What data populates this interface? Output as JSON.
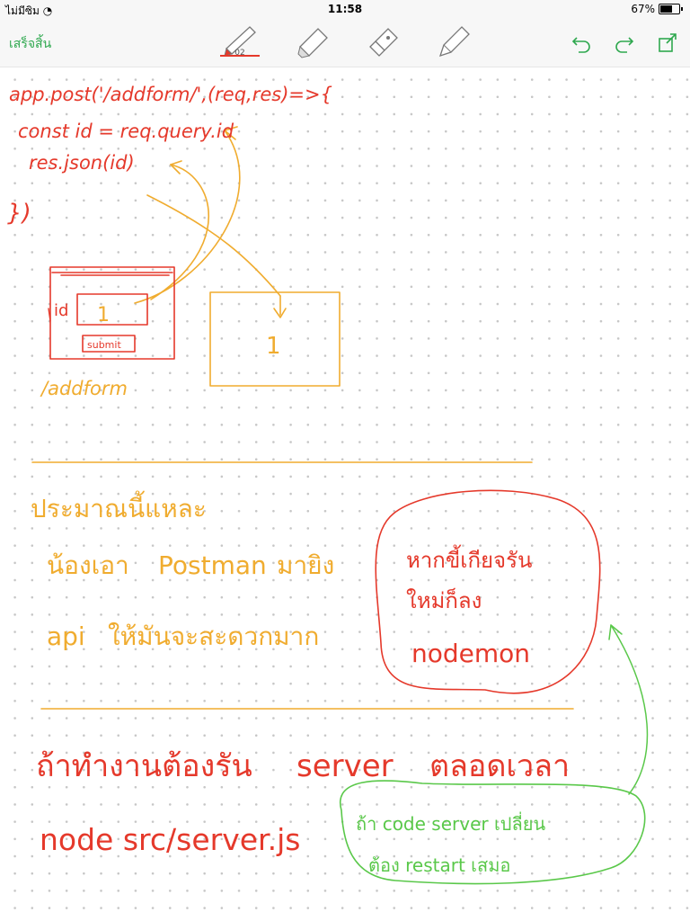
{
  "status": {
    "carrier": "ไม่มีซิม",
    "time": "11:58",
    "battery": "67%",
    "battery_level": 0.67
  },
  "toolbar": {
    "done_label": "เสร็จสิ้น",
    "pen_number": "02"
  },
  "colors": {
    "red": "#e5392b",
    "orange": "#f0ac2f",
    "green": "#5ac84a",
    "accent": "#2fa84f"
  },
  "notes": {
    "code_line1": "app.post('/addform/',(req,res)=>{",
    "code_line2": "const id =  req.query.id",
    "code_line3": "res.json(id)",
    "code_line4": "})",
    "form_id_label": "id",
    "form_value": "1",
    "form_submit": "submit",
    "form_route": "/addform",
    "result_value": "1",
    "thai_line1": "ประมาณนี้แหละ",
    "thai_line2a": "น้องเอา",
    "thai_line2b": "Postman",
    "thai_line2c": "มายิง",
    "thai_line3a": "api",
    "thai_line3b": "ให้มันจะสะดวกมาก",
    "bubble_line1": "หากขี้เกียจรัน",
    "bubble_line2": "ใหม่ก็ลง",
    "bubble_line3": "nodemon",
    "server_line1a": "ถ้าทำงานต้องรัน",
    "server_line1b": "server",
    "server_line1c": "ตลอดเวลา",
    "server_cmd": "node src/server.js",
    "green_line1": "ถ้า code server เปลี่ยน",
    "green_line2": "ต้อง restart เสมอ"
  }
}
